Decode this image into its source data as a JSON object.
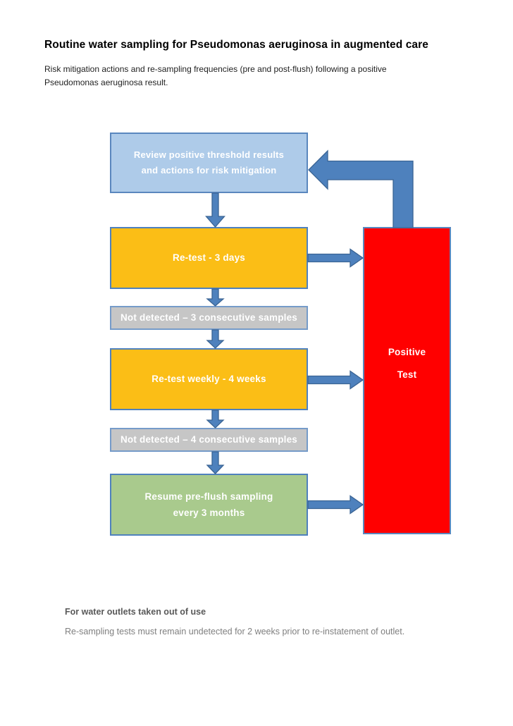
{
  "document": {
    "title": "Routine water sampling for Pseudomonas aeruginosa in augmented care",
    "subtitle_line1": "Risk mitigation actions and re-sampling frequencies (pre and post-flush) following a positive",
    "subtitle_line2": "Pseudomonas aeruginosa result."
  },
  "flowchart": {
    "review_box": {
      "line1": "Review positive threshold results",
      "line2": "and actions for risk mitigation"
    },
    "retest_3days_box": {
      "label": "Re-test - 3 days"
    },
    "not_detected_3_box": {
      "label": "Not detected – 3 consecutive samples"
    },
    "retest_weekly_box": {
      "label": "Re-test weekly - 4 weeks"
    },
    "not_detected_4_box": {
      "label": "Not detected – 4 consecutive samples"
    },
    "resume_box": {
      "line1": "Resume pre-flush sampling",
      "line2": "every 3 months"
    },
    "positive_test_box": {
      "line1": "Positive",
      "line2": "Test"
    }
  },
  "footer": {
    "heading": "For water outlets taken out of use",
    "body": "Re-sampling tests must remain undetected for 2 weeks prior to re-instatement of outlet."
  },
  "colors": {
    "review_fill": "#AECBE9",
    "retest_fill": "#FBBE16",
    "not_detected_fill": "#C6C6C6",
    "resume_fill": "#A9CA8D",
    "positive_fill": "#FF0000",
    "arrow_fill": "#4E81BD",
    "border_blue": "#4F81BD",
    "footer_text": "#7F7F7F"
  }
}
